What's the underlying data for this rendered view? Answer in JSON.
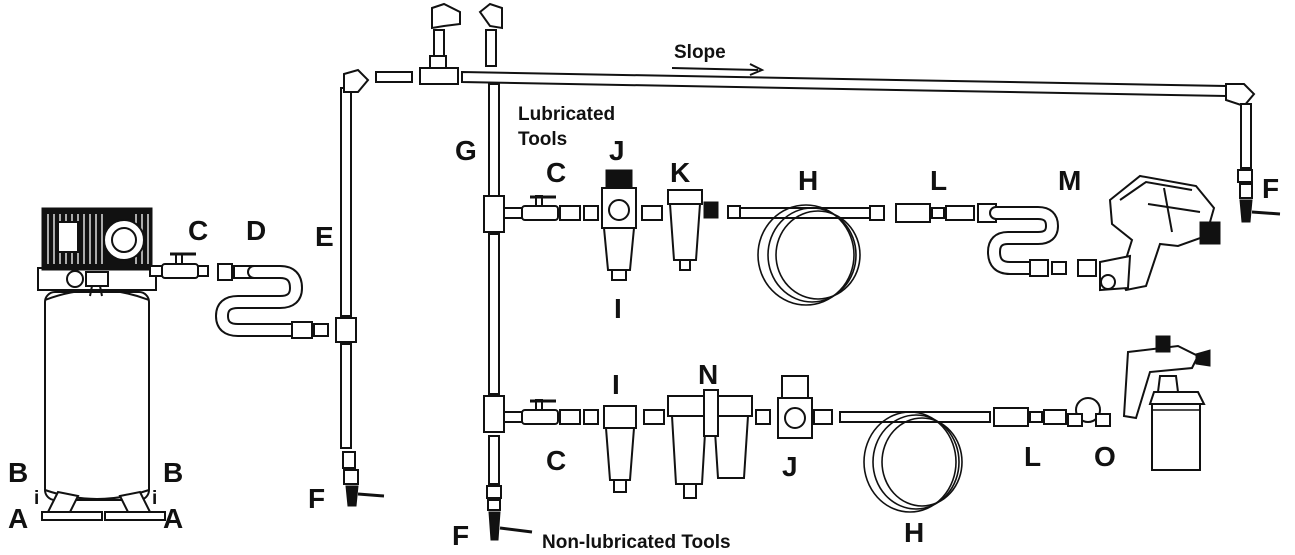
{
  "labels": {
    "A": "A",
    "B": "B",
    "i": "i",
    "C": "C",
    "D": "D",
    "E": "E",
    "F": "F",
    "G": "G",
    "H": "H",
    "I": "I",
    "J": "J",
    "K": "K",
    "L": "L",
    "M": "M",
    "N": "N",
    "O": "O"
  },
  "text": {
    "slope": "Slope",
    "lubricated_line1": "Lubricated",
    "lubricated_line2": "Tools",
    "non_lubricated": "Non-lubricated Tools"
  }
}
